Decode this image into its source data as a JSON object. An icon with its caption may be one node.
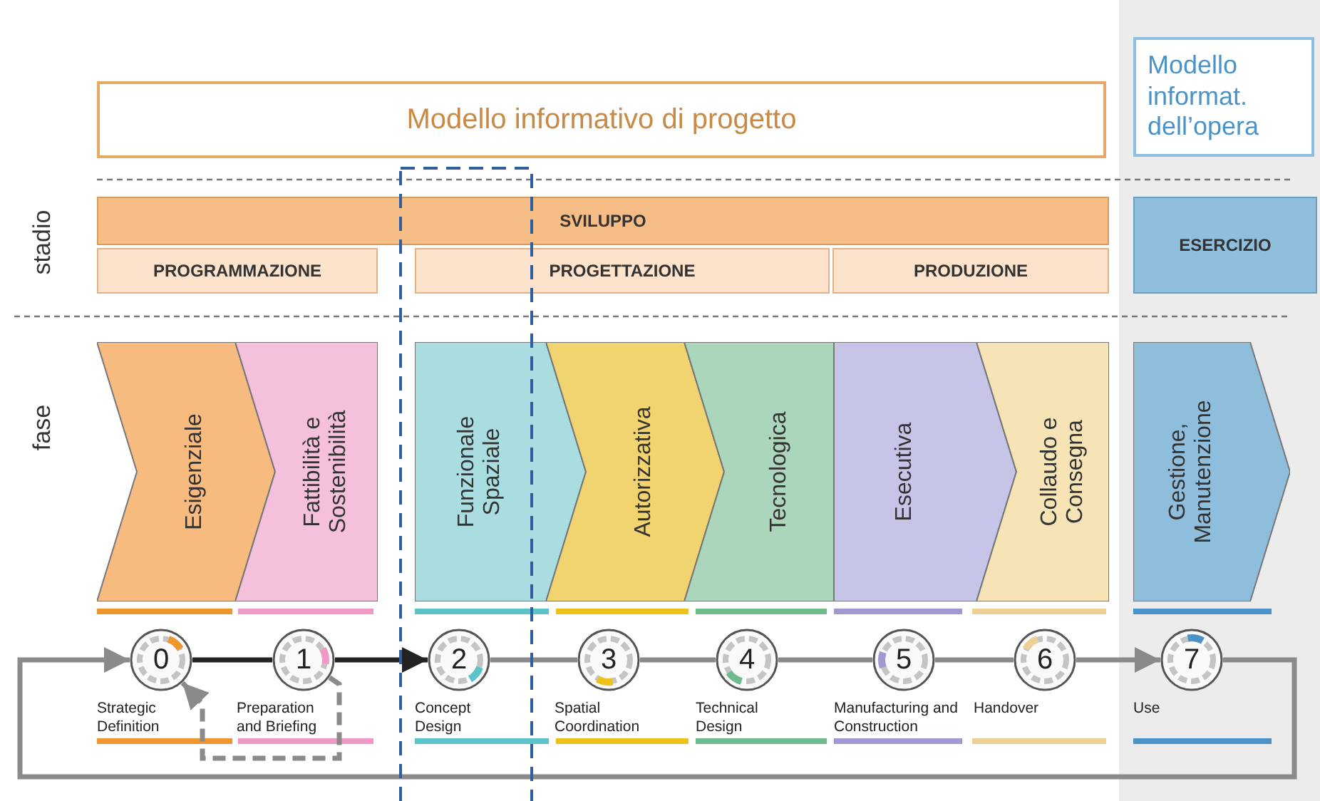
{
  "diagram": {
    "nodes": [
      {
        "text": [
          "Modello informativo di progetto"
        ]
      },
      {
        "text": [
          "Modello informat. dell’opera"
        ]
      },
      {
        "text": [
          "SVILUPPO"
        ]
      },
      {
        "text": [
          "PROGRAMMAZIONE"
        ]
      },
      {
        "text": [
          "PROGETTAZIONE"
        ]
      },
      {
        "text": [
          "PRODUZIONE"
        ]
      },
      {
        "text": [
          "ESERCIZIO"
        ]
      },
      {
        "text": [
          "Esigenziale"
        ]
      },
      {
        "text": [
          "Fattibilità e Sostenibilità"
        ]
      },
      {
        "text": [
          "Funzionale Spaziale"
        ]
      },
      {
        "text": [
          "Autorizzativa"
        ]
      },
      {
        "text": [
          "Tecnologica"
        ]
      },
      {
        "text": [
          "Esecutiva"
        ]
      },
      {
        "text": [
          "Collaudo e Consegna"
        ]
      },
      {
        "text": [
          "Gestione, Manutenzione"
        ]
      },
      {
        "text": [
          "0"
        ],
        "beside": [
          "Strategic Definition"
        ]
      },
      {
        "text": [
          "1"
        ],
        "beside": [
          "Preparation and Briefing"
        ]
      },
      {
        "text": [
          "2"
        ],
        "beside": [
          "Concept Design"
        ]
      },
      {
        "text": [
          "3"
        ],
        "beside": [
          "Spatial Coordination"
        ]
      },
      {
        "text": [
          "4"
        ],
        "beside": [
          "Technical Design"
        ]
      },
      {
        "text": [
          "5"
        ],
        "beside": [
          "Manufacturing and Construction"
        ]
      },
      {
        "text": [
          "6"
        ],
        "beside": [
          "Handover"
        ]
      },
      {
        "text": [
          "7"
        ],
        "beside": [
          "Use"
        ]
      }
    ],
    "edges": [
      {
        "from": 15,
        "to": 16,
        "arrow": "none",
        "color": "#222222"
      },
      {
        "from": 16,
        "to": 17,
        "arrow": "to",
        "color": "#222222"
      },
      {
        "from": 17,
        "to": 18,
        "arrow": "none"
      },
      {
        "from": 18,
        "to": 19,
        "arrow": "none"
      },
      {
        "from": 19,
        "to": 20,
        "arrow": "none"
      },
      {
        "from": 20,
        "to": 21,
        "arrow": "none"
      },
      {
        "from": 21,
        "to": 22,
        "arrow": "to"
      },
      {
        "from": 22,
        "to": 15,
        "arrow": "to"
      },
      {
        "from": 16,
        "to": 15,
        "arrow": "to",
        "style": "dashed"
      }
    ],
    "labels": [
      "stadio",
      "fase"
    ]
  }
}
